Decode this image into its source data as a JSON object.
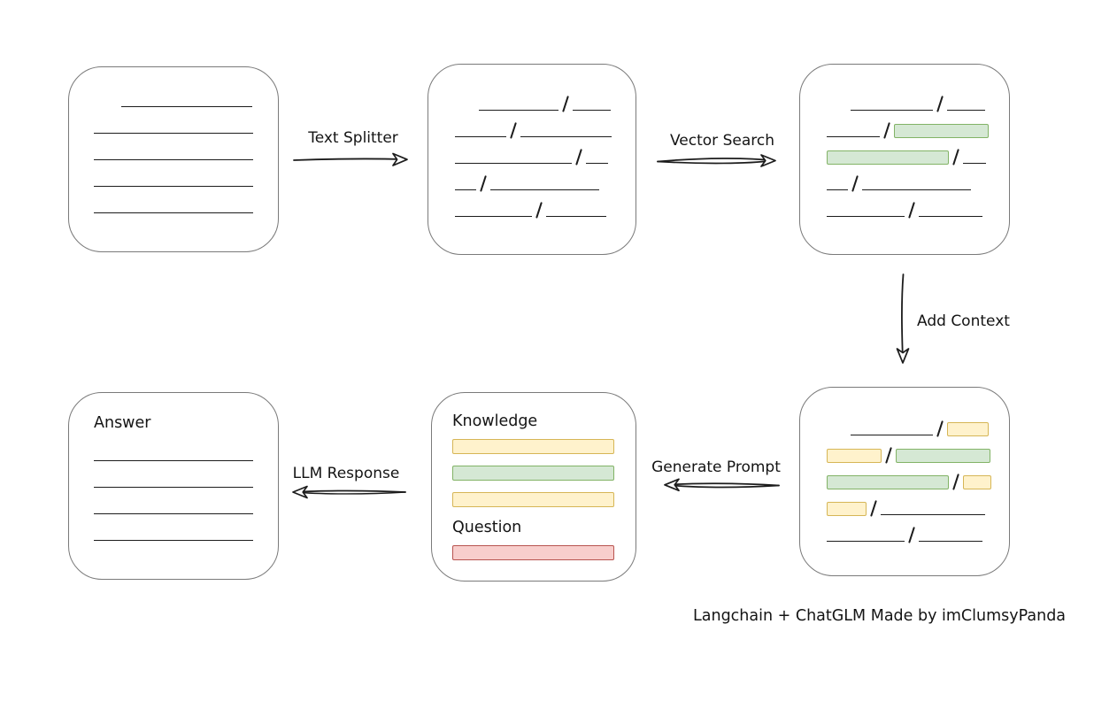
{
  "caption": "Langchain + ChatGLM Made by imClumsyPanda",
  "palette": {
    "ink": "#1c1c1c",
    "node_border": "#7a7a7a",
    "green_fill": "#d5e8d4",
    "green_stroke": "#82b366",
    "yellow_fill": "#fff2cc",
    "yellow_stroke": "#d6b656",
    "red_fill": "#f8cecc",
    "red_stroke": "#b85450"
  },
  "arrows": {
    "text_splitter": {
      "label": "Text Splitter",
      "direction": "right"
    },
    "vector_search": {
      "label": "Vector Search",
      "direction": "right"
    },
    "add_context": {
      "label": "Add Context",
      "direction": "down"
    },
    "generate_prompt": {
      "label": "Generate Prompt",
      "direction": "left"
    },
    "llm_response": {
      "label": "LLM Response",
      "direction": "left"
    }
  },
  "boxes": {
    "document": {
      "rows": [
        [
          {
            "t": "gap",
            "w": 31
          },
          {
            "t": "line",
            "w": 148
          }
        ],
        [
          {
            "t": "line",
            "w": 180
          }
        ],
        [
          {
            "t": "line",
            "w": 180
          }
        ],
        [
          {
            "t": "line",
            "w": 180
          }
        ],
        [
          {
            "t": "line",
            "w": 180
          }
        ]
      ]
    },
    "split_text": {
      "rows": [
        [
          {
            "t": "gap",
            "w": 27
          },
          {
            "t": "line",
            "w": 90
          },
          {
            "t": "slash"
          },
          {
            "t": "line",
            "w": 43
          }
        ],
        [
          {
            "t": "line",
            "w": 58
          },
          {
            "t": "slash"
          },
          {
            "t": "line",
            "w": 103
          }
        ],
        [
          {
            "t": "line",
            "w": 132
          },
          {
            "t": "slash"
          },
          {
            "t": "line",
            "w": 25
          }
        ],
        [
          {
            "t": "line",
            "w": 24
          },
          {
            "t": "slash"
          },
          {
            "t": "line",
            "w": 123
          }
        ],
        [
          {
            "t": "line",
            "w": 87
          },
          {
            "t": "slash"
          },
          {
            "t": "line",
            "w": 68
          }
        ]
      ]
    },
    "retrieved_text": {
      "rows": [
        [
          {
            "t": "gap",
            "w": 27
          },
          {
            "t": "line",
            "w": 93
          },
          {
            "t": "slash"
          },
          {
            "t": "line",
            "w": 43
          }
        ],
        [
          {
            "t": "line",
            "w": 60
          },
          {
            "t": "slash"
          },
          {
            "t": "chip",
            "c": "green",
            "w": 107
          }
        ],
        [
          {
            "t": "chip",
            "c": "green",
            "w": 138
          },
          {
            "t": "slash"
          },
          {
            "t": "line",
            "w": 26
          }
        ],
        [
          {
            "t": "line",
            "w": 24
          },
          {
            "t": "slash"
          },
          {
            "t": "line",
            "w": 123
          }
        ],
        [
          {
            "t": "line",
            "w": 88
          },
          {
            "t": "slash"
          },
          {
            "t": "line",
            "w": 72
          }
        ]
      ]
    },
    "context_text": {
      "rows": [
        [
          {
            "t": "gap",
            "w": 27
          },
          {
            "t": "line",
            "w": 93
          },
          {
            "t": "slash"
          },
          {
            "t": "chip",
            "c": "yellow",
            "w": 47
          }
        ],
        [
          {
            "t": "chip",
            "c": "yellow",
            "w": 62
          },
          {
            "t": "slash"
          },
          {
            "t": "chip",
            "c": "green",
            "w": 107
          }
        ],
        [
          {
            "t": "chip",
            "c": "green",
            "w": 138
          },
          {
            "t": "slash"
          },
          {
            "t": "chip",
            "c": "yellow",
            "w": 32
          }
        ],
        [
          {
            "t": "chip",
            "c": "yellow",
            "w": 45
          },
          {
            "t": "slash"
          },
          {
            "t": "line",
            "w": 118
          }
        ],
        [
          {
            "t": "line",
            "w": 88
          },
          {
            "t": "slash"
          },
          {
            "t": "line",
            "w": 72
          }
        ]
      ]
    },
    "prompt": {
      "knowledge_label": "Knowledge",
      "knowledge_bars": [
        "yellow",
        "green",
        "yellow"
      ],
      "question_label": "Question",
      "question_bars": [
        "red"
      ]
    },
    "answer": {
      "title": "Answer",
      "rows": [
        [
          {
            "t": "line",
            "w": 180
          }
        ],
        [
          {
            "t": "line",
            "w": 180
          }
        ],
        [
          {
            "t": "line",
            "w": 180
          }
        ],
        [
          {
            "t": "line",
            "w": 180
          }
        ]
      ]
    }
  }
}
